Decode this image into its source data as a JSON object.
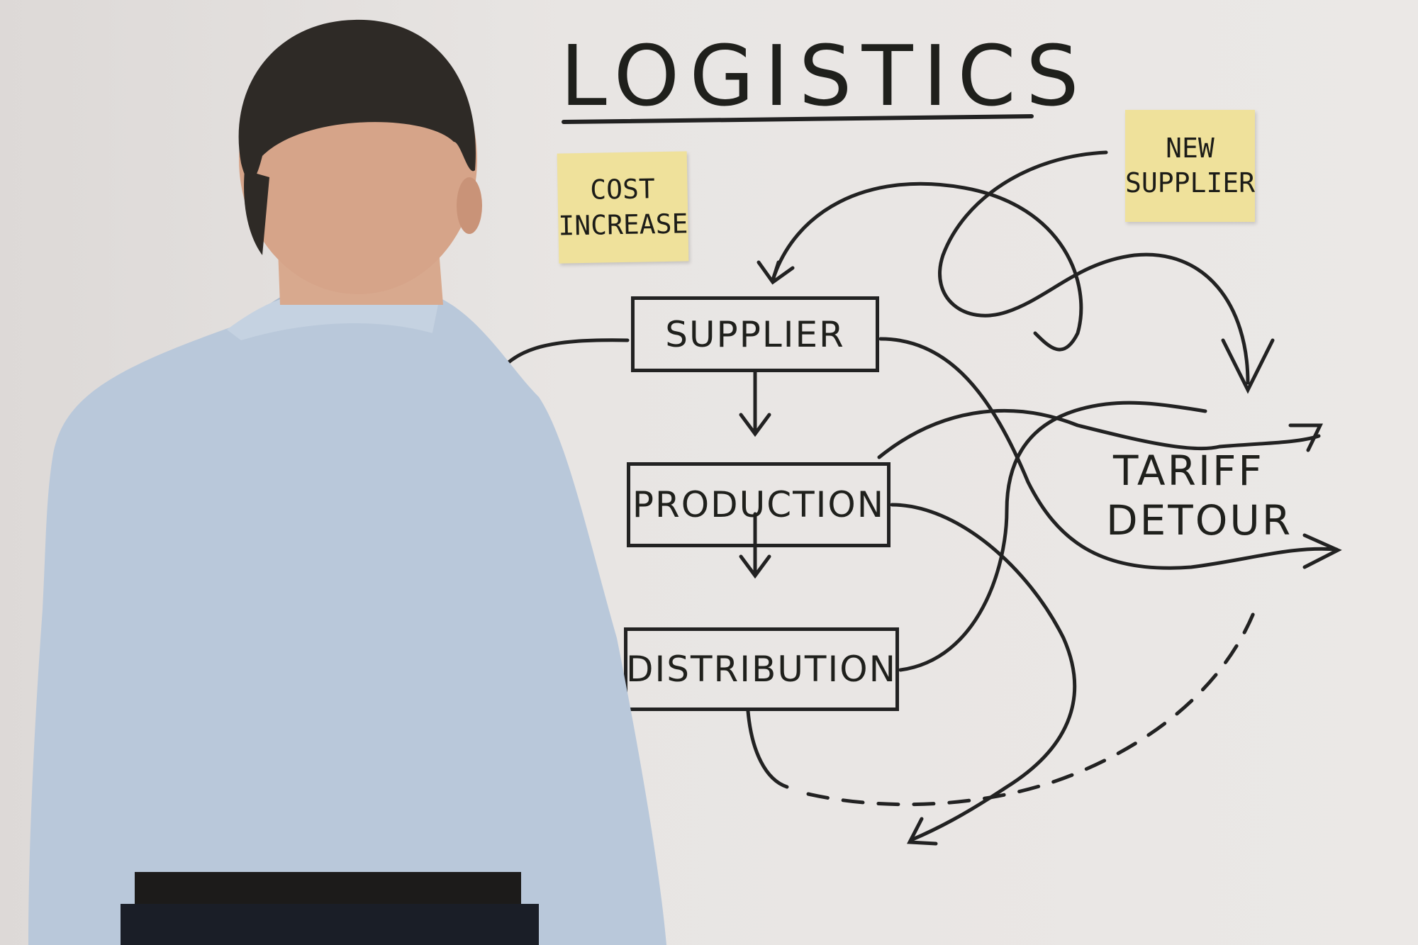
{
  "whiteboard": {
    "title": "LOGISTICS",
    "sticky_notes": [
      {
        "line1": "COST",
        "line2": "INCREASE"
      },
      {
        "line1": "NEW",
        "line2": "SUPPLIER"
      }
    ],
    "flow_boxes": [
      {
        "label": "SUPPLIER"
      },
      {
        "label": "PRODUCTION"
      },
      {
        "label": "DISTRIBUTION"
      }
    ],
    "annotation": {
      "line1": "TARIFF",
      "line2": "DETOUR"
    }
  },
  "scene": {
    "subject": "man in light blue shirt viewed from behind",
    "colors": {
      "wall": "#e6e2e0",
      "sticky": "#efe19b",
      "ink": "#1f201c",
      "shirt": "#b9c8da",
      "hair": "#2e2a26"
    }
  }
}
